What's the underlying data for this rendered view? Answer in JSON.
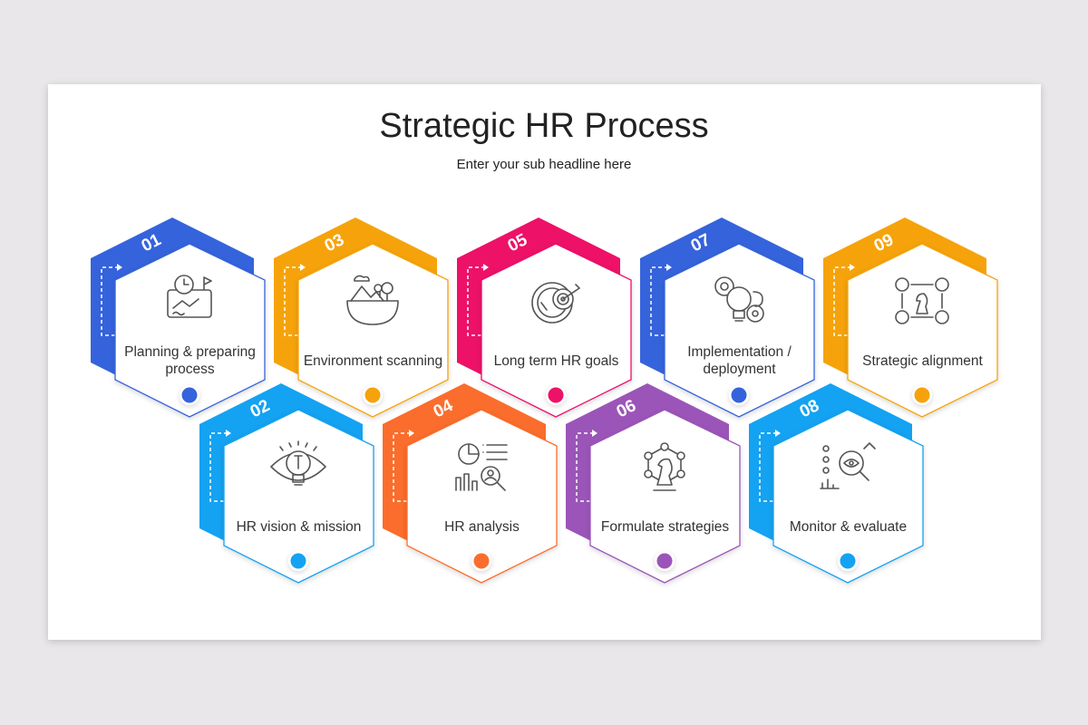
{
  "title": "Strategic HR Process",
  "subtitle": "Enter your sub headline here",
  "steps": [
    {
      "number": "01",
      "label": "Planning & preparing process",
      "color": "#3563dc",
      "icon": "map-plan-icon"
    },
    {
      "number": "02",
      "label": "HR vision & mission",
      "color": "#14a2f2",
      "icon": "eye-bulb-icon"
    },
    {
      "number": "03",
      "label": "Environment scanning",
      "color": "#f6a30b",
      "icon": "landscape-icon"
    },
    {
      "number": "04",
      "label": "HR analysis",
      "color": "#fb6d2c",
      "icon": "analysis-chart-icon"
    },
    {
      "number": "05",
      "label": "Long term HR goals",
      "color": "#ee1168",
      "icon": "clock-target-icon"
    },
    {
      "number": "06",
      "label": "Formulate strategies",
      "color": "#9b55b8",
      "icon": "chess-knight-network-icon"
    },
    {
      "number": "07",
      "label": "Implementation / deployment",
      "color": "#3563dc",
      "icon": "gears-bulb-icon"
    },
    {
      "number": "08",
      "label": "Monitor & evaluate",
      "color": "#14a2f2",
      "icon": "magnifier-eye-icon"
    },
    {
      "number": "09",
      "label": "Strategic alignment",
      "color": "#f6a30b",
      "icon": "chess-people-icon"
    }
  ]
}
